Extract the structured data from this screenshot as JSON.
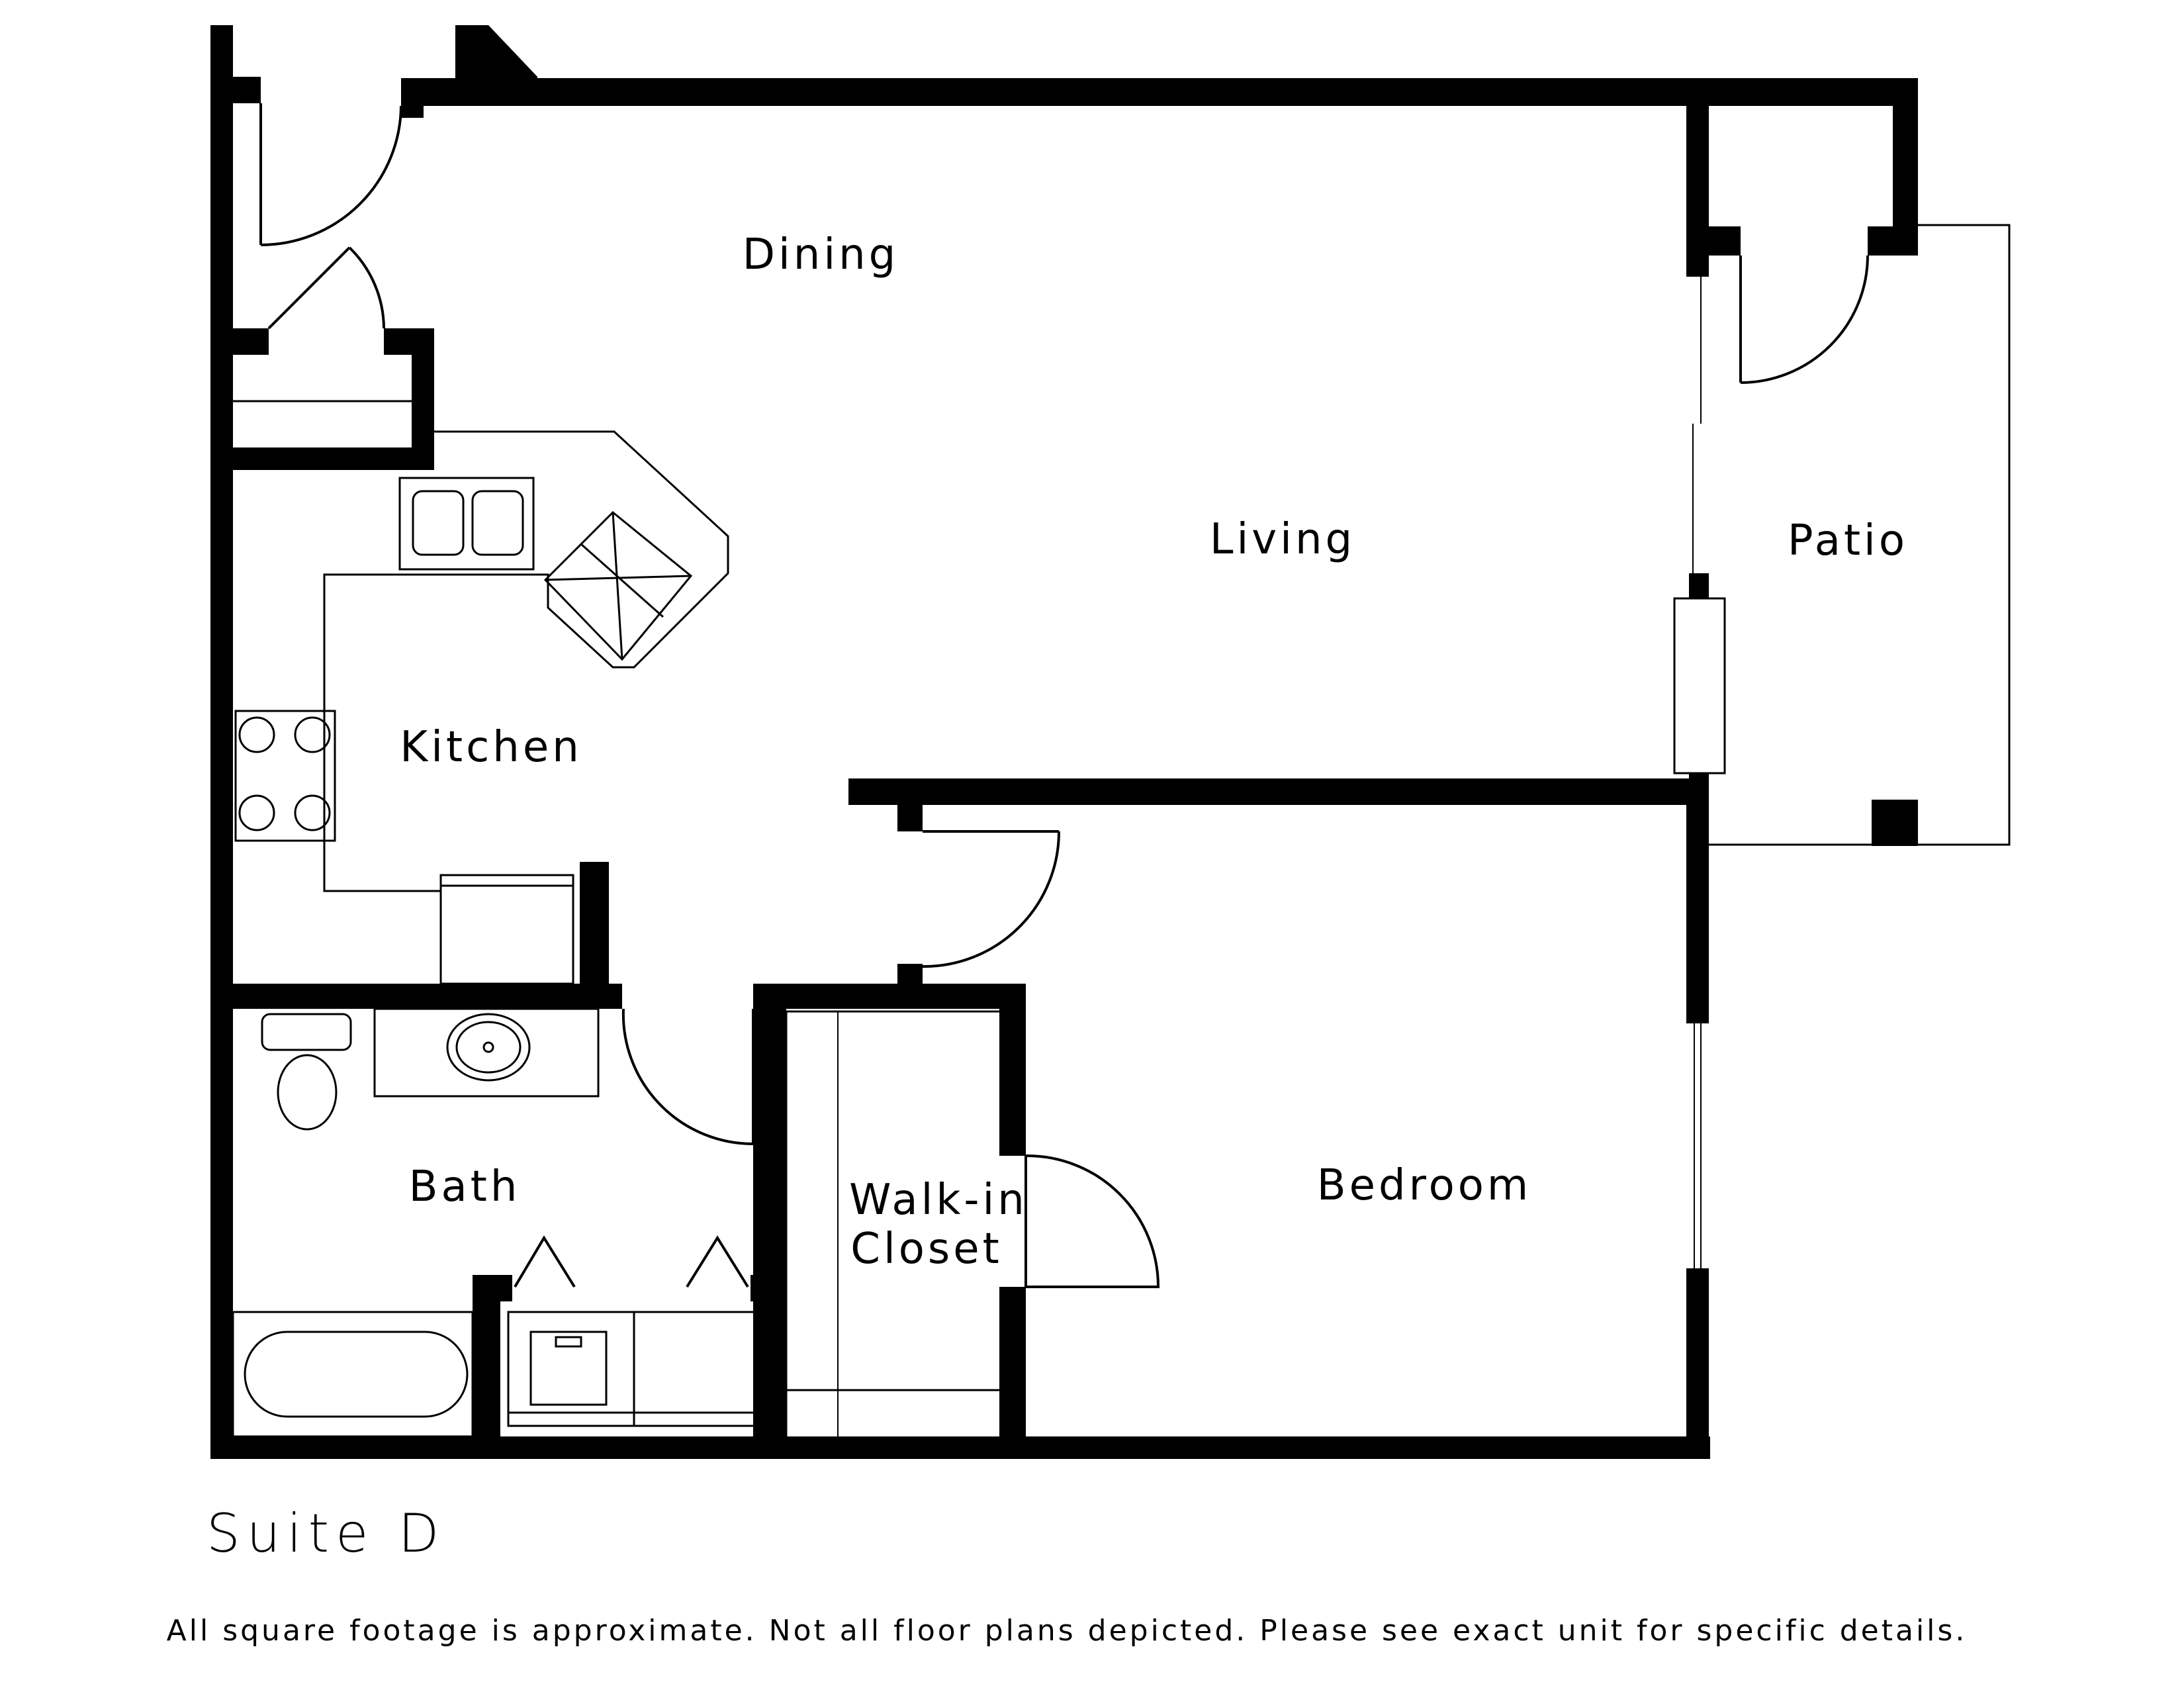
{
  "rooms": {
    "dining": "Dining",
    "living": "Living",
    "patio": "Patio",
    "kitchen": "Kitchen",
    "bath": "Bath",
    "closet_line1": "Walk-in",
    "closet_line2": "Closet",
    "bedroom": "Bedroom"
  },
  "suite_name": "Suite D",
  "disclaimer": "All square footage is approximate. Not all floor plans depicted. Please see exact unit for specific details.",
  "colors": {
    "line": "#000000",
    "background": "#ffffff"
  }
}
